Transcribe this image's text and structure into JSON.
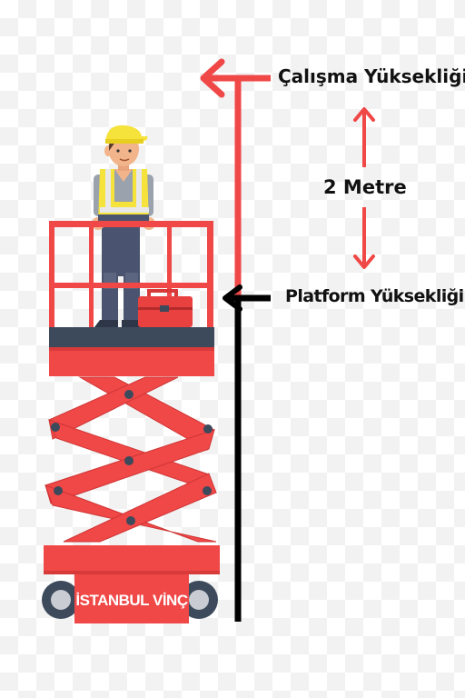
{
  "labels": {
    "working_height": "Çalışma Yüksekliği",
    "difference": "2 Metre",
    "platform_height": "Platform Yüksekliği"
  },
  "brand": "İSTANBUL VİNÇ",
  "colors": {
    "red": "#f04747",
    "dark_red": "#d83a3a",
    "black": "#000000",
    "platform_deck": "#3c4a5c"
  }
}
